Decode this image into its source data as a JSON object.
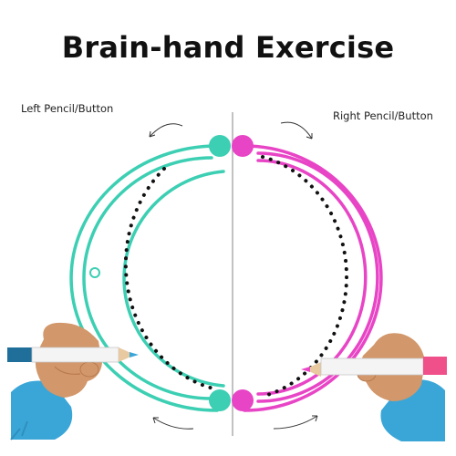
{
  "title": "Brain-hand Exercise",
  "labels": {
    "left": "Left Pencil/Button",
    "right": "Right  Pencil/Button"
  },
  "colors": {
    "left_circle": "#3ccfb3",
    "right_circle": "#e845c6",
    "divider": "#9a9a9a",
    "dots": "#111111",
    "skin": "#d2976a",
    "sleeve": "#3aa6d8",
    "left_pencil_cap": "#1f6f9a",
    "right_pencil_cap": "#f0508a",
    "pencil_body": "#f4f4f4"
  },
  "icons": {
    "top_left_arrow": "curved-arrow-left-icon",
    "top_right_arrow": "curved-arrow-right-icon",
    "bottom_left_arrow": "curved-arrow-left-icon",
    "bottom_right_arrow": "curved-arrow-right-icon"
  }
}
